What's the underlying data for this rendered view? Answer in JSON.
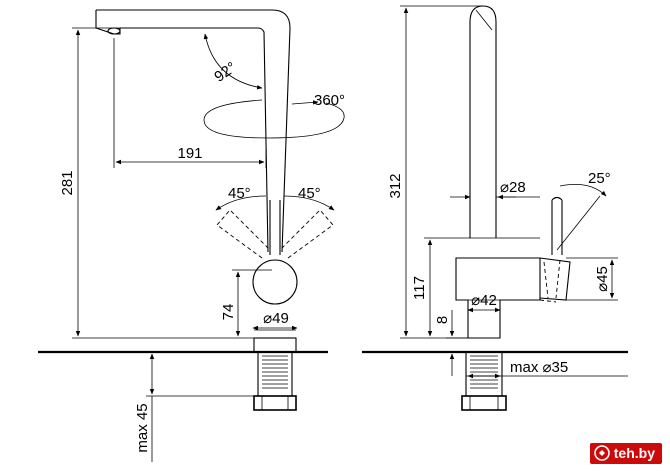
{
  "left_view": {
    "height_label": "281",
    "reach_label": "191",
    "spout_angle_label": "92°",
    "rotation_label": "360°",
    "handle_angle_left_label": "45°",
    "handle_angle_right_label": "45°",
    "body_height_label": "74",
    "body_diameter_label": "⌀49",
    "counter_label": "max 45"
  },
  "right_view": {
    "height_label": "312",
    "spout_diameter_label": "⌀28",
    "handle_angle_label": "25°",
    "body_height_label": "117",
    "base_diameter_label": "⌀42",
    "base_height_label": "8",
    "handle_diameter_label": "⌀45",
    "hole_label": "max ⌀35"
  },
  "watermark": {
    "text": "teh.by",
    "color": "#cc0a0a"
  }
}
